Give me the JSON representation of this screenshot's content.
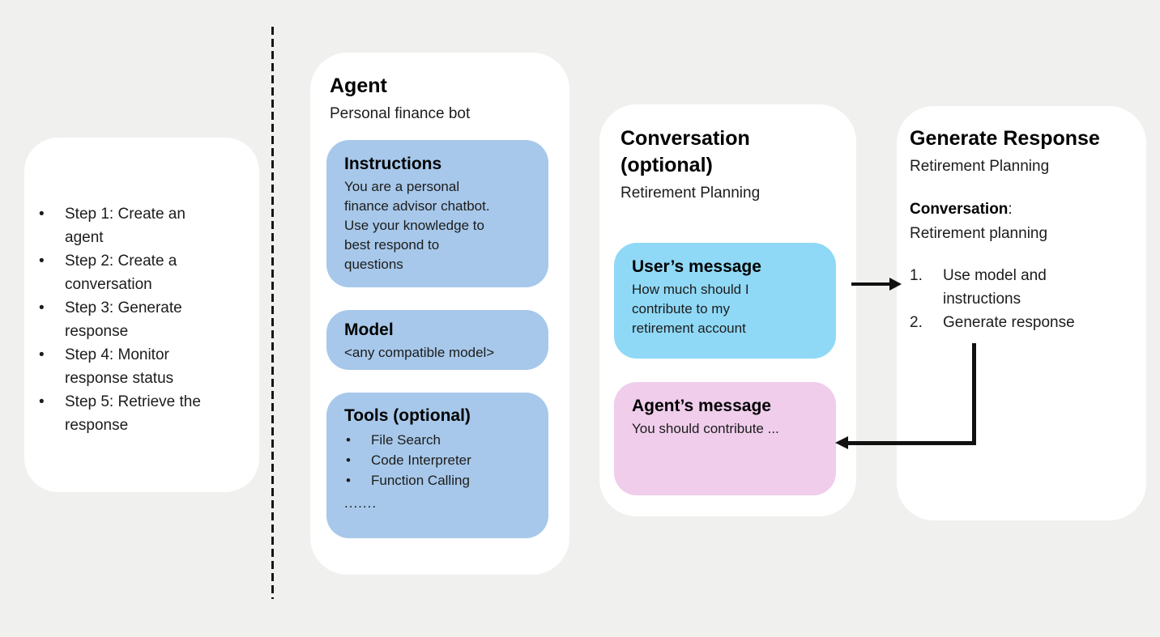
{
  "colors": {
    "background": "#F0F0EF",
    "panel": "#FFFFFF",
    "blue_box": "#A7C8EA",
    "cyan_box": "#8FD9F6",
    "pink_box": "#EFCDEB",
    "arrow": "#111111"
  },
  "bullet_char": "•",
  "steps_panel": {
    "items": [
      "Step 1: Create an agent",
      "Step 2: Create a conversation",
      "Step 3: Generate response",
      "Step 4: Monitor response status",
      "Step 5: Retrieve the response"
    ]
  },
  "agent_panel": {
    "title": "Agent",
    "subtitle": "Personal finance bot",
    "instructions": {
      "title": "Instructions",
      "body": "You are a personal finance advisor chatbot. Use your knowledge to best respond to questions"
    },
    "model": {
      "title": "Model",
      "body": "<any compatible model>"
    },
    "tools": {
      "title": "Tools (optional)",
      "items": [
        "File Search",
        "Code Interpreter",
        "Function Calling"
      ],
      "more": "......."
    }
  },
  "conversation_panel": {
    "title": "Conversation (optional)",
    "subtitle": "Retirement Planning",
    "user_message": {
      "title": "User’s message",
      "body": "How much should I contribute to my retirement account"
    },
    "agent_message": {
      "title": "Agent’s message",
      "body": "You should contribute ..."
    }
  },
  "generate_panel": {
    "title": "Generate Response",
    "subtitle": "Retirement Planning",
    "conversation_label": "Conversation",
    "conversation_separator": ":",
    "conversation_value": "Retirement planning",
    "steps": [
      {
        "num": "1.",
        "text": "Use model and instructions"
      },
      {
        "num": "2.",
        "text": "Generate response"
      }
    ]
  }
}
